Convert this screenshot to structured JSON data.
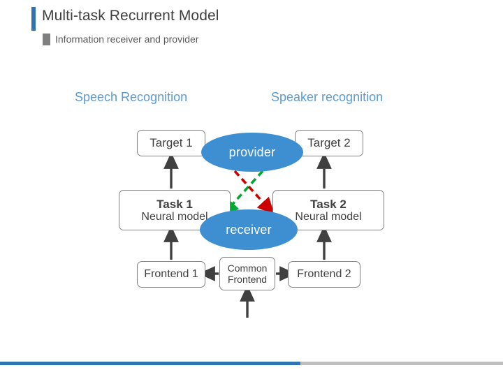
{
  "slide": {
    "title": "Multi-task Recurrent Model",
    "subtitle": "Information receiver and provider",
    "accent_color": "#2e74b5",
    "heading_color": "#5b9bd5",
    "callout_color": "#3d8fd1"
  },
  "columns": {
    "left_label": "Speech Recognition",
    "right_label": "Speaker recognition"
  },
  "diagram": {
    "nodes": {
      "target1": "Target 1",
      "target2": "Target 2",
      "task1_title": "Task 1",
      "task1_sub": "Neural model",
      "task2_title": "Task 2",
      "task2_sub": "Neural model",
      "frontend1": "Frontend 1",
      "frontend2": "Frontend 2",
      "common_line1": "Common",
      "common_line2": "Frontend"
    },
    "callouts": {
      "provider": "provider",
      "receiver": "receiver"
    },
    "arrow_colors": {
      "flow": "#404040",
      "cross_green": "#00a933",
      "cross_red": "#cc0000"
    }
  }
}
